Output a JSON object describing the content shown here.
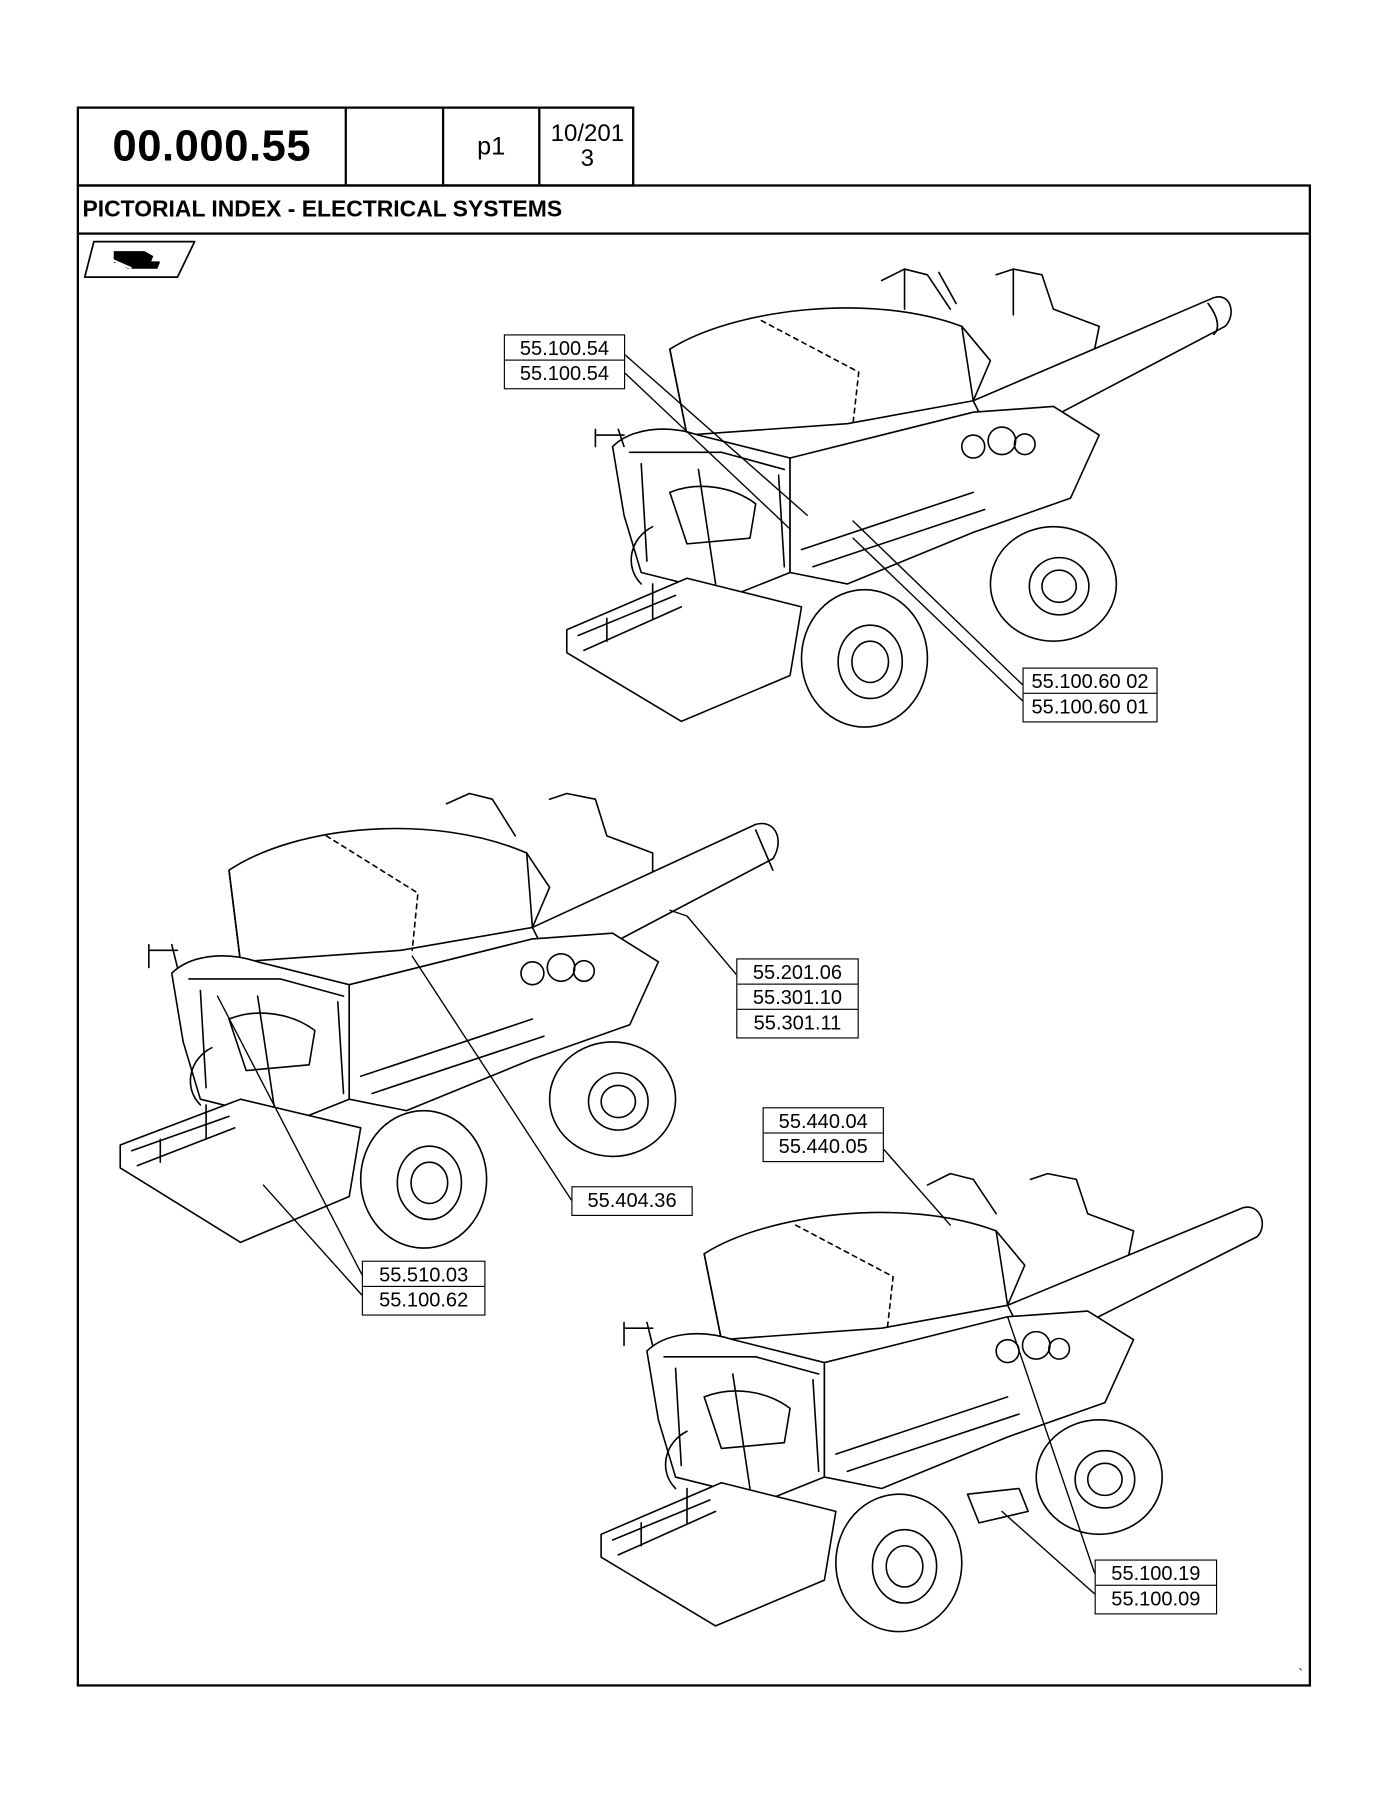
{
  "header": {
    "code": "00.000.55",
    "blank": "",
    "page": "p1",
    "date": "10/201\n3"
  },
  "title": "PICTORIAL INDEX - ELECTRICAL SYSTEMS",
  "nav_icon": "hand-pointing-icon",
  "labels": {
    "g1": [
      "55.100.54",
      "55.100.54"
    ],
    "g2": [
      "55.100.60 02",
      "55.100.60 01"
    ],
    "g3": [
      "55.201.06",
      "55.301.10",
      "55.301.11"
    ],
    "g4": [
      "55.404.36"
    ],
    "g5": [
      "55.510.03",
      "55.100.62"
    ],
    "g6": [
      "55.440.04",
      "55.440.05"
    ],
    "g7": [
      "55.100.19",
      "55.100.09"
    ]
  },
  "footer_mark": "`"
}
